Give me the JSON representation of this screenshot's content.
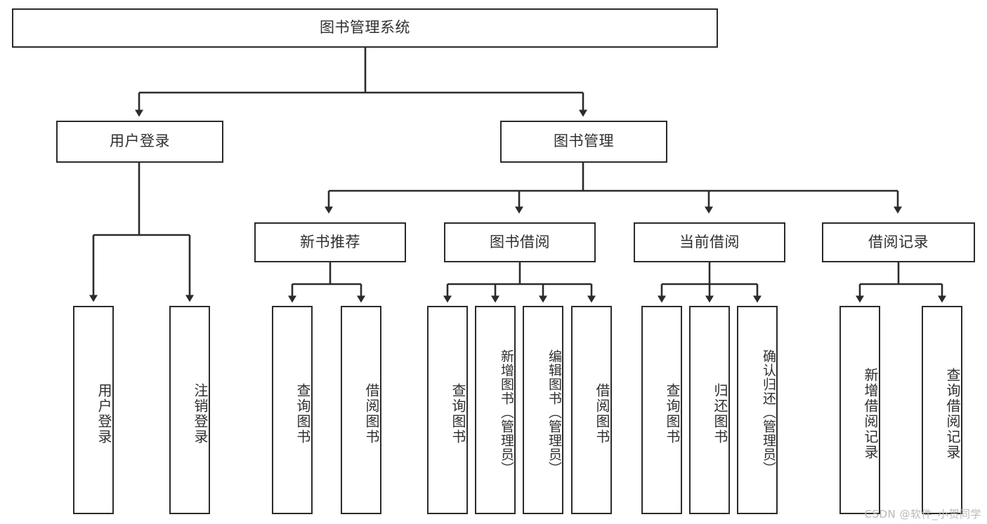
{
  "diagram": {
    "title": "图书管理系统",
    "root": {
      "id": "root",
      "label": "图书管理系统"
    },
    "level2": [
      {
        "id": "user-login",
        "label": "用户登录"
      },
      {
        "id": "book-manage",
        "label": "图书管理"
      }
    ],
    "level3": [
      {
        "id": "new-book-recommend",
        "label": "新书推荐"
      },
      {
        "id": "book-borrow",
        "label": "图书借阅"
      },
      {
        "id": "current-borrow",
        "label": "当前借阅"
      },
      {
        "id": "borrow-record",
        "label": "借阅记录"
      }
    ],
    "leaves": {
      "user_login": [
        {
          "id": "leaf-user-login",
          "label": "用户登录"
        },
        {
          "id": "leaf-logout-login",
          "label": "注销登录"
        }
      ],
      "new_book_recommend": [
        {
          "id": "leaf-query-book-1",
          "label": "查询图书"
        },
        {
          "id": "leaf-borrow-book-1",
          "label": "借阅图书"
        }
      ],
      "book_borrow": [
        {
          "id": "leaf-query-book-2",
          "label": "查询图书"
        },
        {
          "id": "leaf-add-book",
          "label": "新增图书（管理员）"
        },
        {
          "id": "leaf-edit-book",
          "label": "编辑图书（管理员）"
        },
        {
          "id": "leaf-borrow-book-2",
          "label": "借阅图书"
        }
      ],
      "current_borrow": [
        {
          "id": "leaf-query-book-3",
          "label": "查询图书"
        },
        {
          "id": "leaf-return-book",
          "label": "归还图书"
        },
        {
          "id": "leaf-confirm-return",
          "label": "确认归还（管理员）"
        }
      ],
      "borrow_record": [
        {
          "id": "leaf-add-borrow-record",
          "label": "新增借阅记录"
        },
        {
          "id": "leaf-query-borrow-record",
          "label": "查询借阅记录"
        }
      ]
    },
    "colors": {
      "box_border": "#2b2b2b",
      "line": "#2b2b2b",
      "text": "#2f2f2f",
      "background": "#ffffff",
      "watermark": "#b9b9b9"
    }
  },
  "watermark": {
    "text": "CSDN @软件_小贺同学"
  }
}
